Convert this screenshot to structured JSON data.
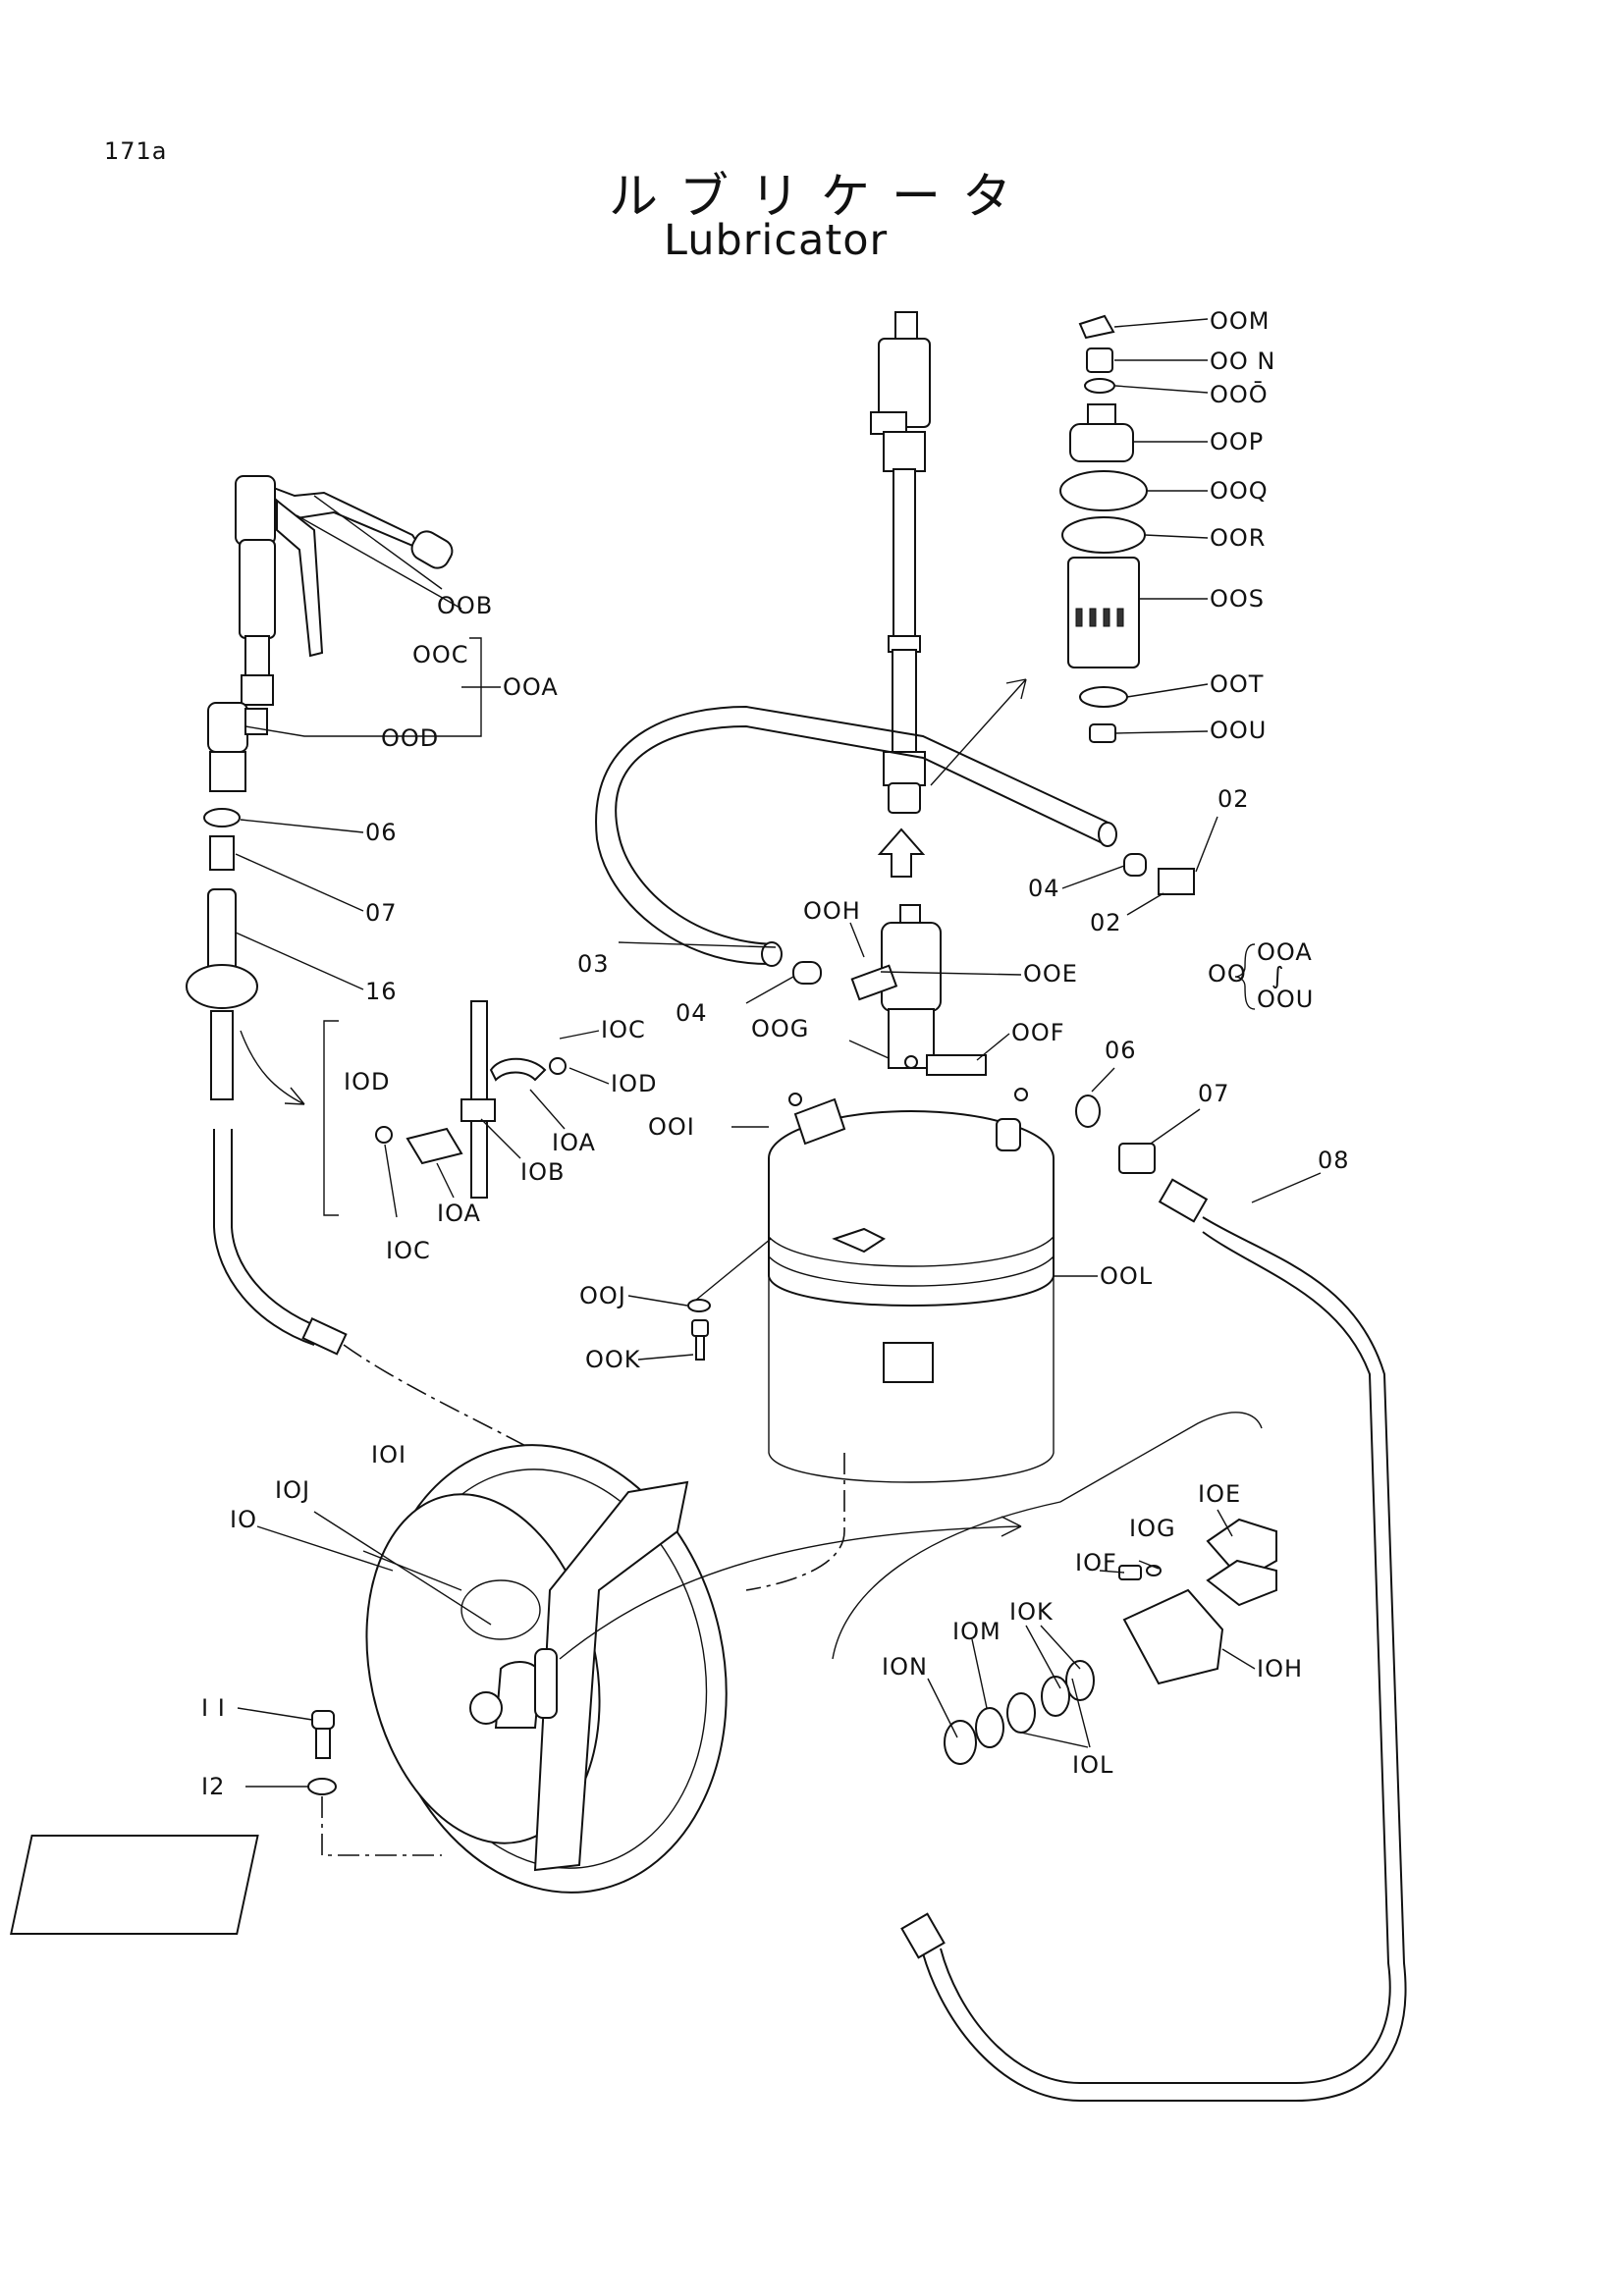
{
  "page": {
    "code": "171a"
  },
  "title": {
    "japanese": "ルブリケータ",
    "english": "Lubricator"
  },
  "callouts": {
    "c00M": "OOM",
    "c00N": "OO N",
    "c00O": "OOŌ",
    "c00P": "OOP",
    "c00Q": "OOQ",
    "c00R": "OOR",
    "c00S": "OOS",
    "c00T": "OOT",
    "c00U": "OOU",
    "c00B": "OOB",
    "c00C": "OOC",
    "c00A": "OOA",
    "c00D": "OOD",
    "c02a": "02",
    "c02b": "02",
    "c04a": "04",
    "c04b": "04",
    "c06a": "06",
    "c07a": "07",
    "c16": "16",
    "c03": "03",
    "c00H": "OOH",
    "c00E": "OOE",
    "c00G": "OOG",
    "c00F": "OOF",
    "c00I": "OOI",
    "c00J": "OOJ",
    "c00K": "OOK",
    "c00L": "OOL",
    "c06b": "06",
    "c07b": "07",
    "c08": "08",
    "c10C1": "IOC",
    "c10D1": "IOD",
    "c10D2": "IOD",
    "c10A1": "IOA",
    "c10B": "IOB",
    "c10A2": "IOA",
    "c10C2": "IOC",
    "c10I": "IOI",
    "c10J": "IOJ",
    "c10": "IO",
    "c11": "I I",
    "c12": "I2",
    "c10E": "IOE",
    "c10G": "IOG",
    "c10F": "IOF",
    "c10K": "IOK",
    "c10M": "IOM",
    "c10N": "ION",
    "c10H": "IOH",
    "c10L": "IOL"
  },
  "assembly_note": {
    "prefix": "OO",
    "from": "OOA",
    "range_mark": "∫",
    "to": "OOU"
  }
}
